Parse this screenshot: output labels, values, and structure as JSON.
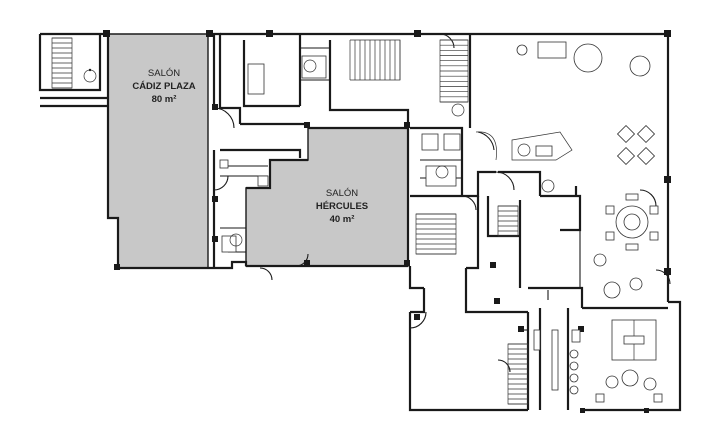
{
  "rooms": [
    {
      "id": "cadiz-plaza",
      "line1": "SALÓN",
      "line2": "CÁDIZ PLAZA",
      "area": "80 m²",
      "fill": "#c8c8c8"
    },
    {
      "id": "hercules",
      "line1": "SALÓN",
      "line2": "HÉRCULES",
      "area": "40 m²",
      "fill": "#c8c8c8"
    }
  ],
  "icons": [
    "wheelchair-icon"
  ],
  "colors": {
    "walls": "#1a1a1a",
    "room_fill": "#c8c8c8",
    "background": "#ffffff"
  }
}
